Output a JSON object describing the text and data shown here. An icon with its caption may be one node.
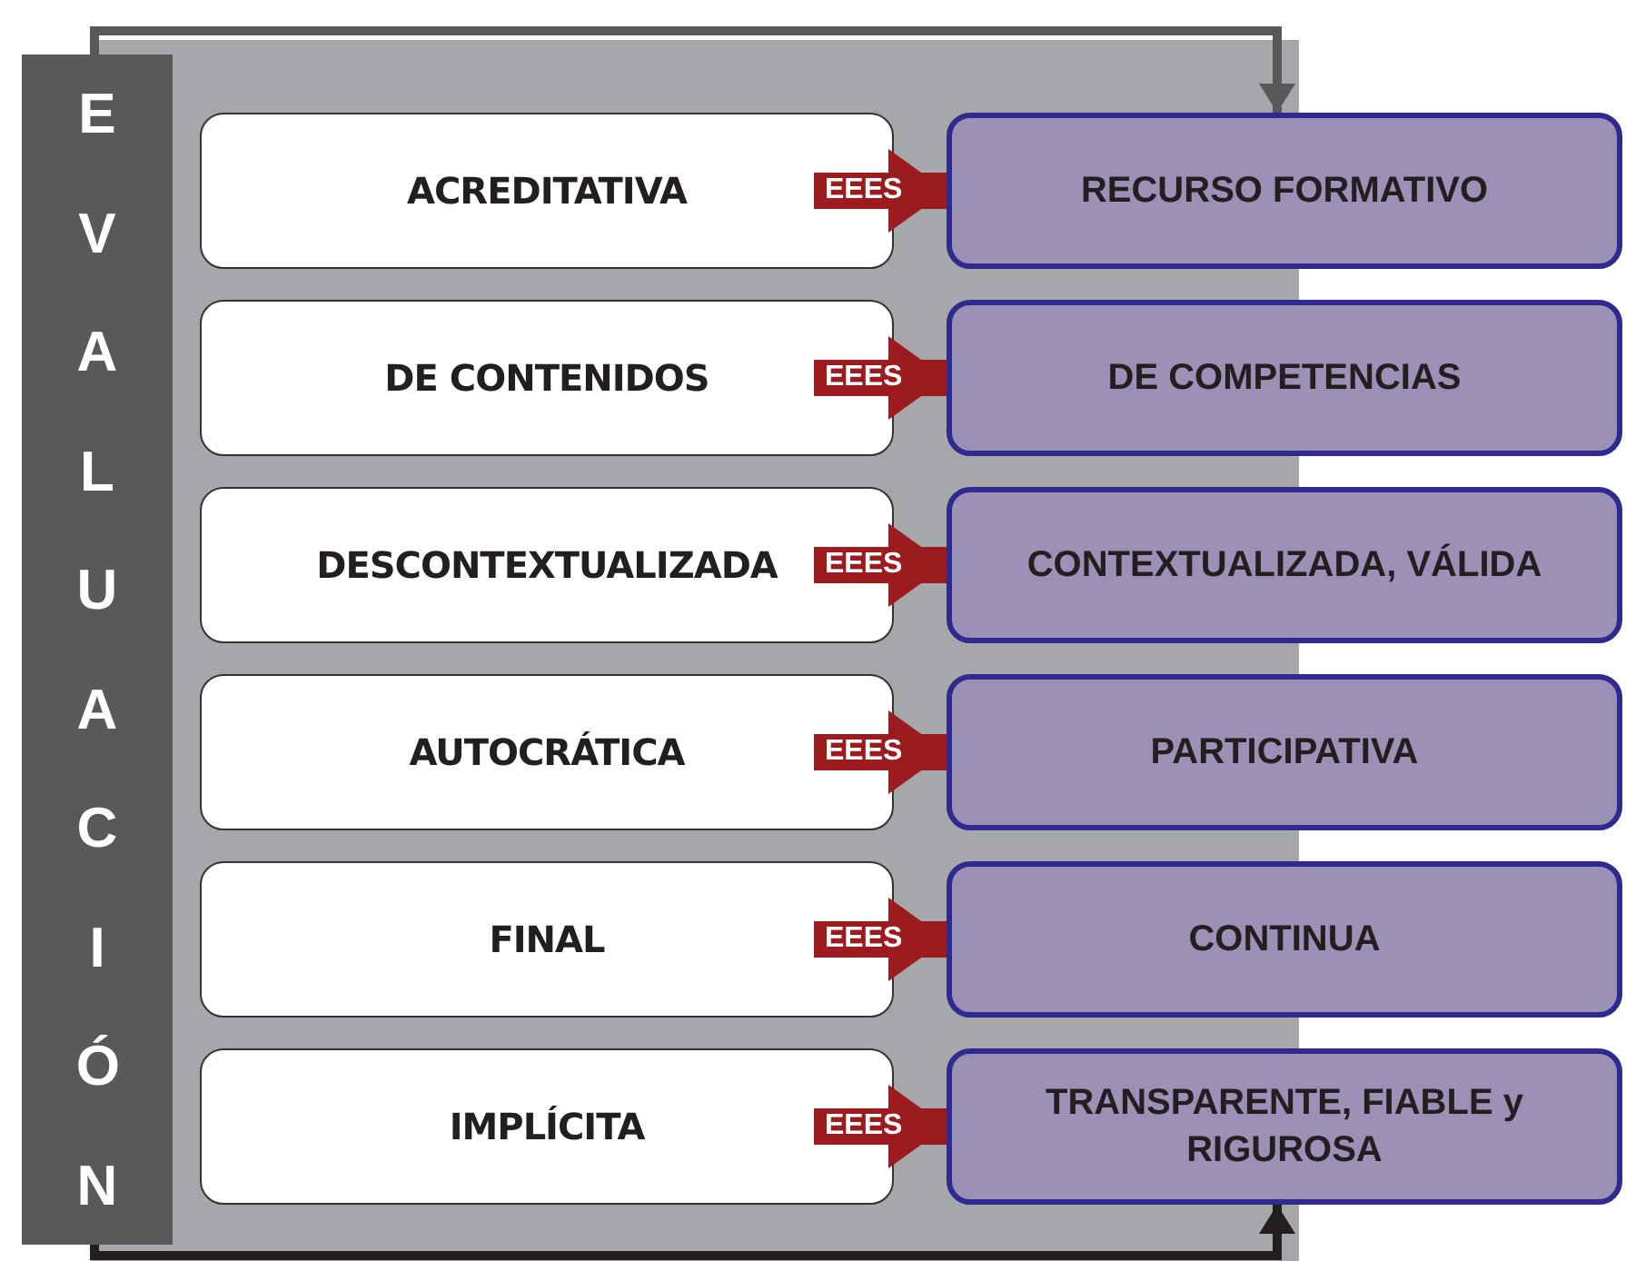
{
  "diagram": {
    "nodes": [
      {
        "text": [
          "EVALUACIÓN"
        ]
      },
      {
        "text": [
          "ACREDITATIVA"
        ]
      },
      {
        "text": [
          "DE CONTENIDOS"
        ]
      },
      {
        "text": [
          "DESCONTEXTUALIZADA"
        ]
      },
      {
        "text": [
          "AUTOCRÁTICA"
        ]
      },
      {
        "text": [
          "FINAL"
        ]
      },
      {
        "text": [
          "IMPLÍCITA"
        ]
      },
      {
        "text": [
          "RECURSO FORMATIVO"
        ]
      },
      {
        "text": [
          "DE COMPETENCIAS"
        ]
      },
      {
        "text": [
          "CONTEXTUALIZADA, VÁLIDA"
        ]
      },
      {
        "text": [
          "PARTICIPATIVA"
        ]
      },
      {
        "text": [
          "CONTINUA"
        ]
      },
      {
        "text": [
          "TRANSPARENTE, FIABLE y RIGUROSA"
        ]
      }
    ],
    "edges": [
      {
        "from": 0,
        "to": 7,
        "arrow": "to",
        "color": "#58595b"
      },
      {
        "from": 0,
        "to": 12,
        "arrow": "to",
        "color": "#231f20"
      },
      {
        "from": 1,
        "to": 7,
        "arrow": "to",
        "label": "EEES",
        "color": "#9b1b1f"
      },
      {
        "from": 2,
        "to": 8,
        "arrow": "to",
        "label": "EEES",
        "color": "#9b1b1f"
      },
      {
        "from": 3,
        "to": 9,
        "arrow": "to",
        "label": "EEES",
        "color": "#9b1b1f"
      },
      {
        "from": 4,
        "to": 10,
        "arrow": "to",
        "label": "EEES",
        "color": "#9b1b1f"
      },
      {
        "from": 5,
        "to": 11,
        "arrow": "to",
        "label": "EEES",
        "color": "#9b1b1f"
      },
      {
        "from": 6,
        "to": 12,
        "arrow": "to",
        "label": "EEES",
        "color": "#9b1b1f"
      }
    ]
  }
}
